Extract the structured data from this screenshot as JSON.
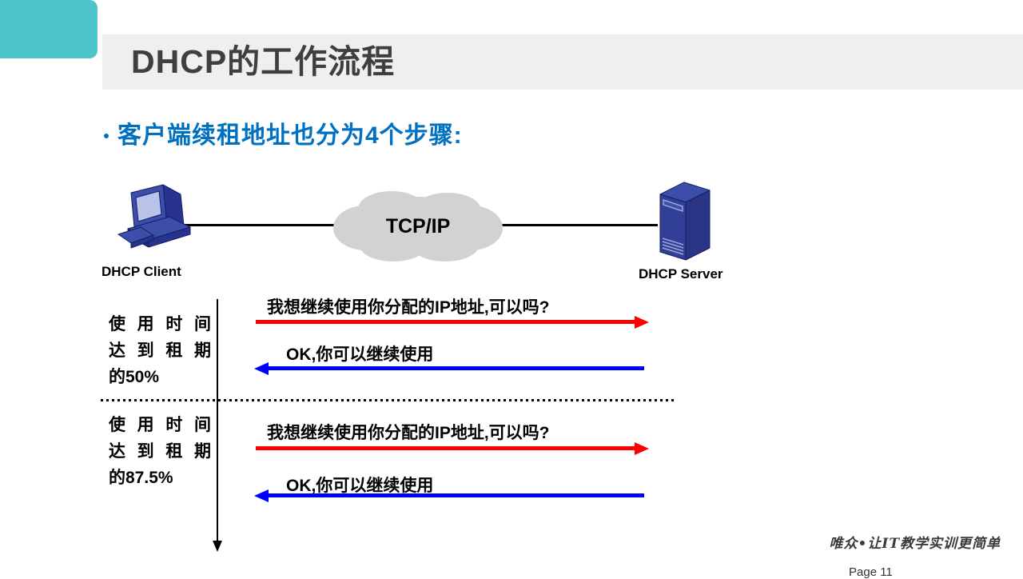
{
  "slide": {
    "header": {
      "title": "DHCP的工作流程"
    },
    "bullet": "客户端续租地址也分为4个步骤:",
    "colors": {
      "accent_teal": "#4EC5CA",
      "header_bar": "#EFEFEF",
      "title_text": "#3F3F3F",
      "bullet_blue": "#0070C0",
      "request_arrow": "#FE0000",
      "response_arrow": "#0000FE",
      "cloud_gray": "#D2D2D2"
    },
    "network": {
      "client_label": "DHCP Client",
      "server_label": "DHCP Server",
      "cloud_label": "TCP/IP"
    },
    "sequence": {
      "phases": [
        {
          "milestone_lines": [
            "使 用 时 间",
            "达 到 租 期",
            "的50%"
          ],
          "request": "我想继续使用你分配的IP地址,可以吗?",
          "response": "OK,你可以继续使用"
        },
        {
          "milestone_lines": [
            "使 用 时 间",
            "达 到 租 期",
            "的87.5%"
          ],
          "request": "我想继续使用你分配的IP地址,可以吗?",
          "response": "OK,你可以继续使用"
        }
      ]
    },
    "footer": {
      "slogan": "唯众•让IT教学实训更简单",
      "page": "Page 11"
    }
  }
}
